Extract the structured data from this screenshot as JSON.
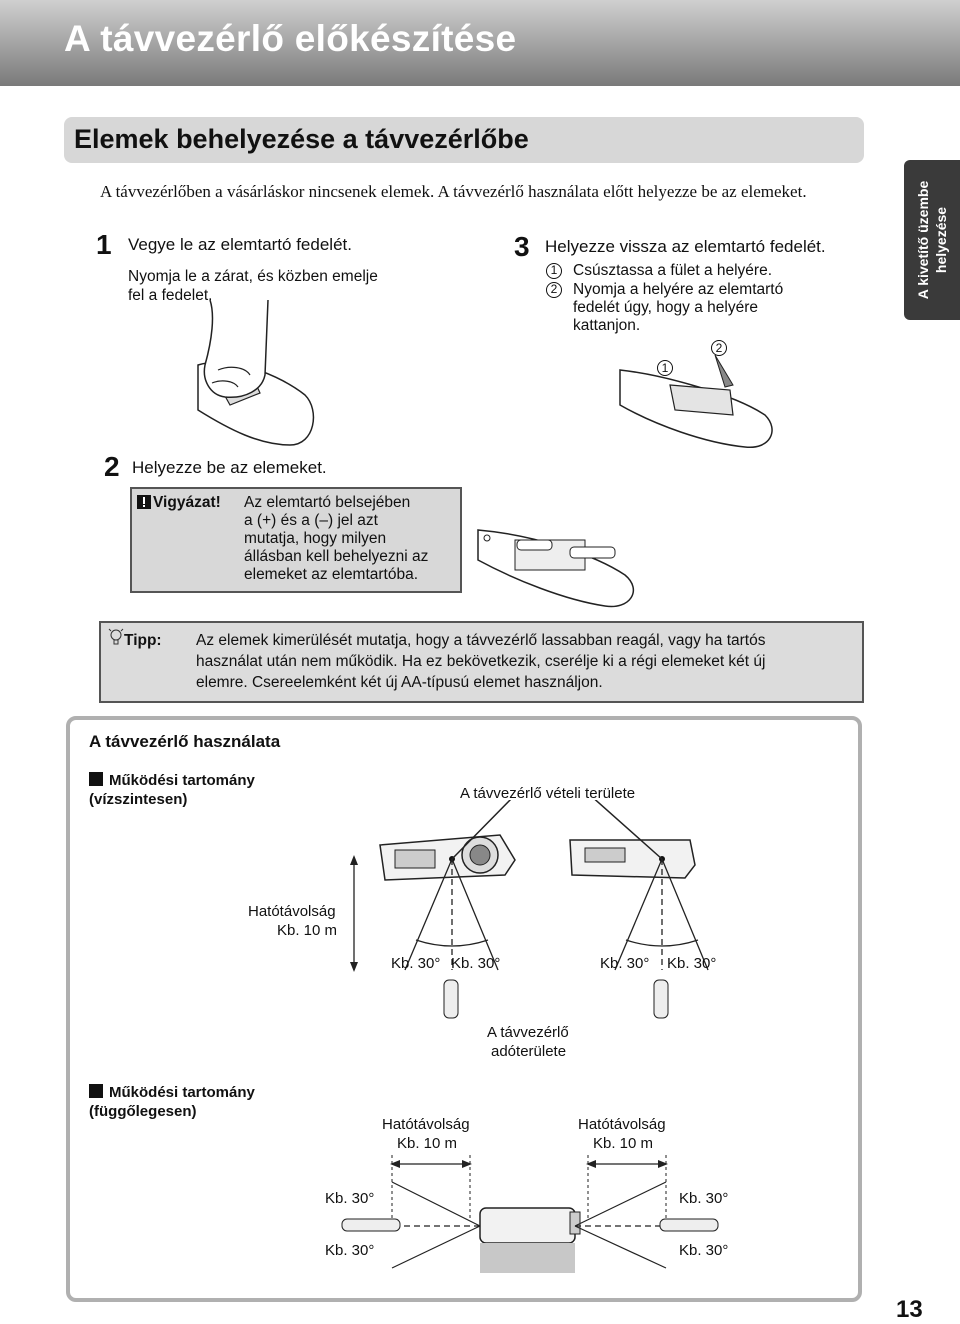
{
  "header": {
    "title": "A távvezérlő előkészítése"
  },
  "section": {
    "title": "Elemek behelyezése a távvezérlőbe"
  },
  "side_tab": {
    "line1": "A kivetítő üzembe",
    "line2": "helyezése"
  },
  "intro": "A távvezérlőben a vásárláskor nincsenek elemek. A távvezérlő használata előtt helyezze be az elemeket.",
  "step1": {
    "num": "1",
    "title": "Vegye le az elemtartó fedelét.",
    "text_line1": "Nyomja le a zárat, és közben emelje",
    "text_line2": "fel a fedelet."
  },
  "step2": {
    "num": "2",
    "title": "Helyezze be az elemeket."
  },
  "step3": {
    "num": "3",
    "title": "Helyezze vissza az elemtartó fedelét.",
    "sub1_marker": "1",
    "sub1": "Csúsztassa a fület a helyére.",
    "sub2_marker": "2",
    "sub2_line1": "Nyomja a helyére az elemtartó",
    "sub2_line2": "fedelét úgy, hogy a helyére",
    "sub2_line3": "kattanjon.",
    "fig_label1": "1",
    "fig_label2": "2"
  },
  "caution": {
    "label": "Vigyázat!",
    "line1": "Az elemtartó belsejében",
    "line2": "a (+) és a (–) jel azt",
    "line3": "mutatja, hogy milyen",
    "line4": "állásban kell behelyezni az",
    "line5": "elemeket az elemtartóba."
  },
  "tip": {
    "label": "Tipp:",
    "line1": "Az elemek kimerülését mutatja, hogy a távvezérlő lassabban reagál, vagy ha tartós",
    "line2": "használat után nem működik. Ha ez bekövetkezik, cserélje ki a régi elemeket két új",
    "line3": "elemre. Csereelemként két új AA-típusú elemet használjon."
  },
  "usage": {
    "title": "A távvezérlő használata",
    "horizontal_title_line1": "Működési tartomány",
    "horizontal_title_line2": "(vízszintesen)",
    "receiver_area": "A távvezérlő vételi területe",
    "distance_label": "Hatótávolság",
    "distance_value": "Kb. 10 m",
    "angle": "Kb. 30°",
    "transmitter_line1": "A távvezérlő",
    "transmitter_line2": "adóterülete",
    "vertical_title_line1": "Működési tartomány",
    "vertical_title_line2": "(függőlegesen)"
  },
  "page_number": "13"
}
